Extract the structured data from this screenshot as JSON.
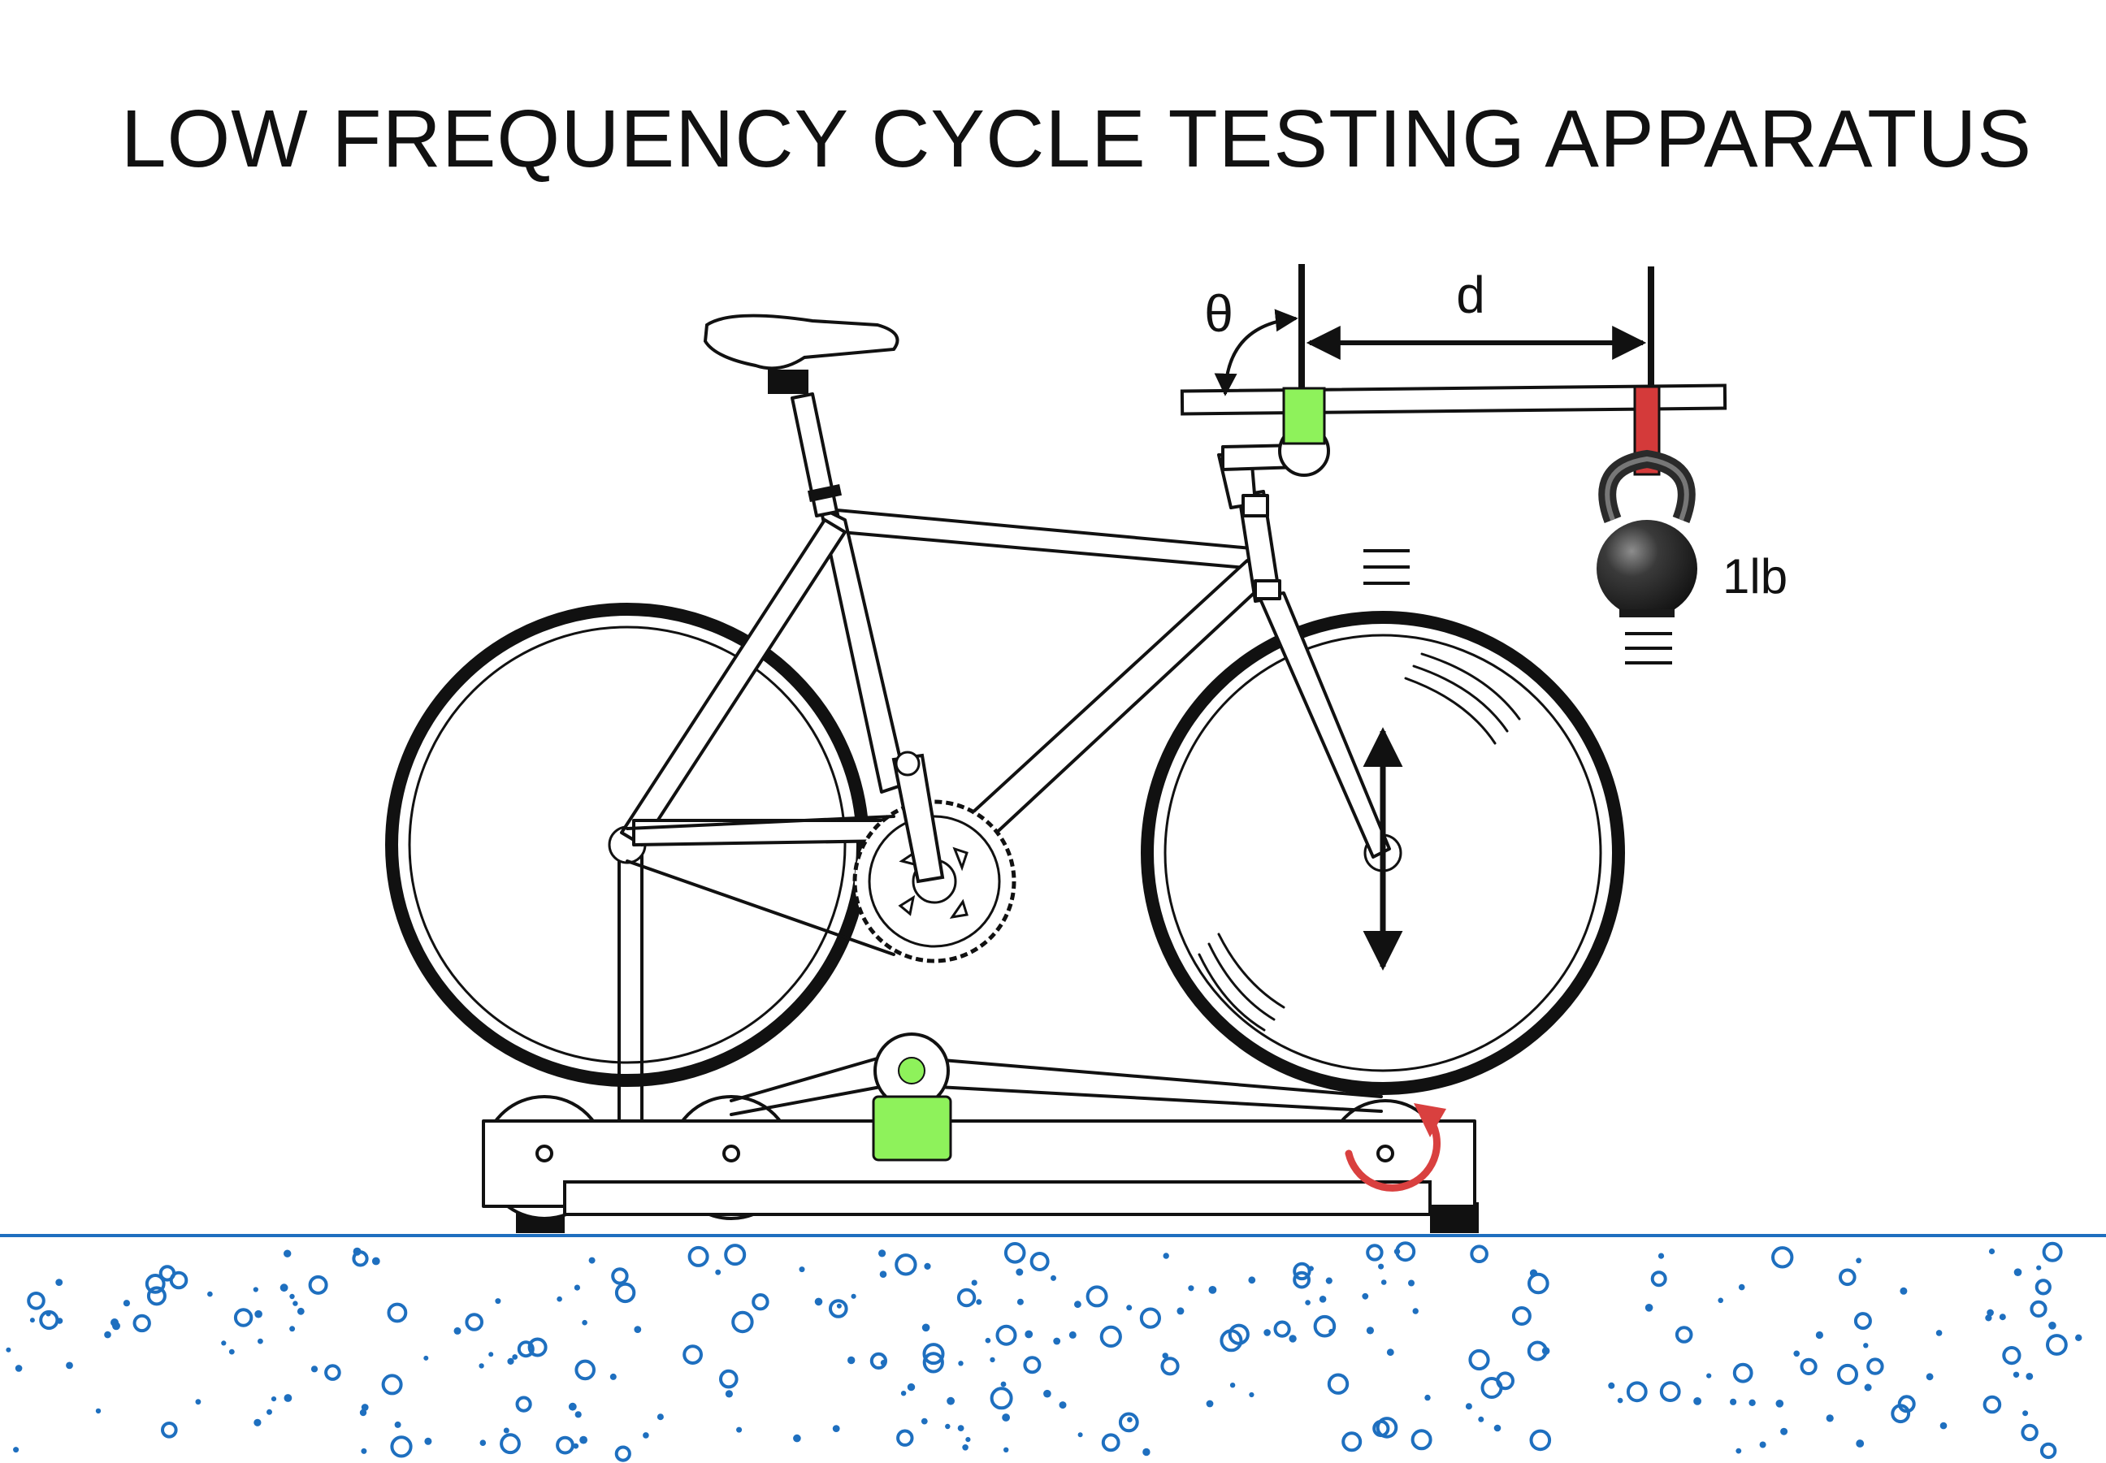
{
  "title": "LOW FREQUENCY CYCLE TESTING APPARATUS",
  "labels": {
    "angle": "θ",
    "distance": "d",
    "weight": "1lb"
  },
  "colors": {
    "sensor_green": "#8ef25b",
    "weight_strap_red": "#d43a3a",
    "rotation_arrow_red": "#d9403f",
    "floor_blue": "#1e6fbf"
  },
  "icons": {
    "weight": "kettlebell-icon",
    "rotation": "rotation-arrow-icon",
    "motion": "double-arrow-icon"
  }
}
